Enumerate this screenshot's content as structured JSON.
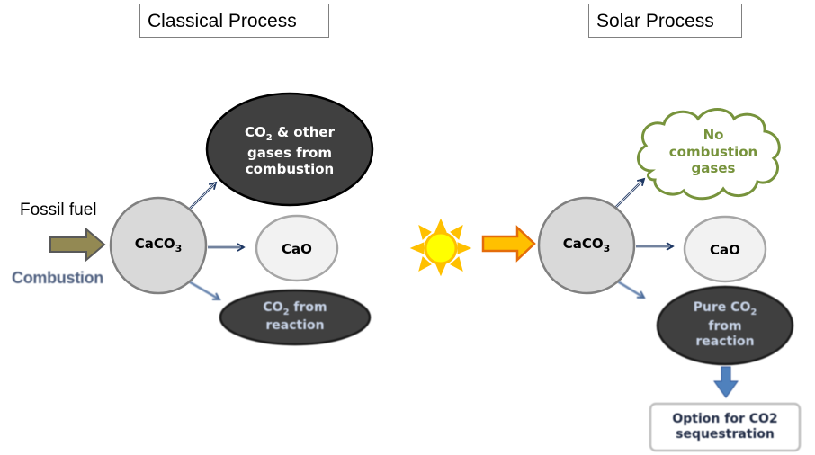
{
  "classical": {
    "title": "Classical Process",
    "input_label_top": "Fossil fuel",
    "input_label_bottom": "Combustion",
    "reactant": {
      "main": "CaCO",
      "sub": "3"
    },
    "gas_node": {
      "line1_main": "CO",
      "line1_sub": "2",
      "line1_rest": " & other",
      "line2": "gases from",
      "line3": "combustion"
    },
    "product": "CaO",
    "co2_node": {
      "line1_main": "CO",
      "line1_sub": "2",
      "line1_rest": " from",
      "line2": "reaction"
    }
  },
  "solar": {
    "title": "Solar Process",
    "reactant": {
      "main": "CaCO",
      "sub": "3"
    },
    "cloud_node": {
      "line1": "No",
      "line2": "combustion",
      "line3": "gases"
    },
    "product": "CaO",
    "co2_node": {
      "line1_main": "Pure CO",
      "line1_sub": "2",
      "line2": "from",
      "line3": "reaction"
    },
    "sequestration": {
      "line1": "Option for CO2",
      "line2": "sequestration"
    }
  },
  "icons": {
    "sun": "sun-icon",
    "arrow_fossil": "block-arrow-right",
    "arrow_solar": "block-arrow-right",
    "arrow_down": "block-arrow-down"
  },
  "colors": {
    "fossil_arrow": "#938953",
    "solar_arrow": "#ffc000",
    "solar_arrow_border": "#e46c0a",
    "sun_fill": "#ffff00",
    "sun_rays": "#ffc000",
    "dark_node": "#404040",
    "cloud_border": "#77933c",
    "cloud_text": "#77933c",
    "reactant_fill": "#d9d9d9",
    "product_fill": "#f2f2f2",
    "connector": "#1f3864",
    "down_arrow": "#4f81bd"
  }
}
